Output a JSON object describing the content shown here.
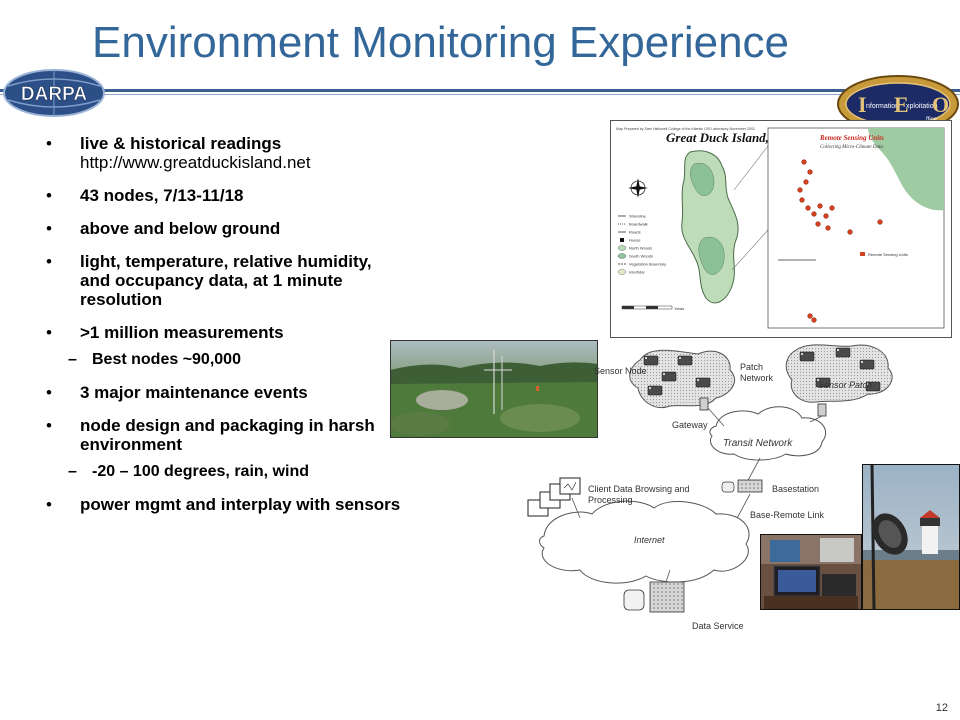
{
  "slide": {
    "title": "Environment Monitoring Experience",
    "page_number": "12"
  },
  "logos": {
    "darpa": "DARPA",
    "ieo_words": [
      "I",
      "nformation",
      "E",
      "xploitation",
      "O",
      "ffice"
    ]
  },
  "bullets": [
    {
      "text": "live & historical readings",
      "url": "http://www.greatduckisland.net"
    },
    {
      "text": "43 nodes, 7/13-11/18"
    },
    {
      "text": "above and below ground"
    },
    {
      "text": "light, temperature, relative humidity, and occupancy data, at 1 minute resolution"
    },
    {
      "text": ">1 million measurements"
    },
    {
      "text": "Best nodes ~90,000",
      "sub": true
    },
    {
      "text": "3 major maintenance events"
    },
    {
      "text": "node design and packaging in harsh environment"
    },
    {
      "text": "-20 – 100 degrees, rain, wind",
      "sub": true
    },
    {
      "text": "power mgmt and interplay with sensors"
    }
  ],
  "bullet_glyphs": {
    "main": "•",
    "sub": "–"
  },
  "map": {
    "title": "Great Duck Island, Maine",
    "inset_title": "Remote Sensing Units",
    "inset_subtitle": "Collecting Micro-Climate Data",
    "credit": "Map Prepared by Sam Hallowell College of the Atlantic GIS Laboratory November 2002",
    "legend_items": [
      "Shoreline",
      "Boardwalk",
      "Roads",
      "House",
      "North Woods",
      "South Woods",
      "Vegetation Boundary",
      "Intertidal"
    ],
    "inset_legend": "Remote Sensing Units",
    "scale_label": "Yards"
  },
  "diagram": {
    "sensor_node": "Sensor Node",
    "patch_network": "Patch Network",
    "sensor_patch": "Sensor Patch",
    "gateway": "Gateway",
    "transit_network": "Transit Network",
    "client": "Client Data Browsing and Processing",
    "basestation": "Basestation",
    "base_remote_link": "Base-Remote Link",
    "internet": "Internet",
    "data_service": "Data Service"
  }
}
